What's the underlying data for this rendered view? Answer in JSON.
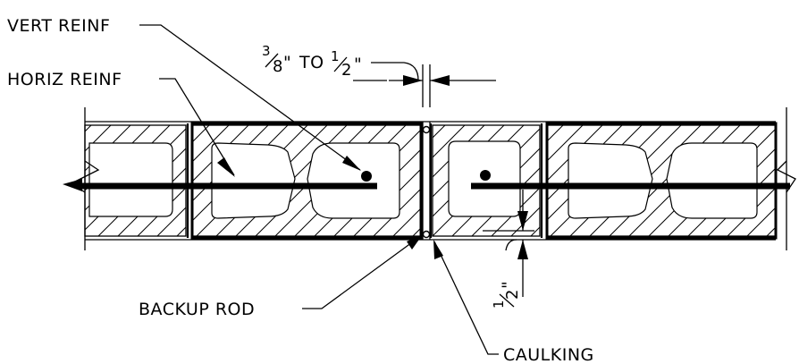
{
  "labels": {
    "vert_reinf": "VERT REINF",
    "horiz_reinf": "HORIZ REINF",
    "joint_width": {
      "num1": "3",
      "den1": "8",
      "inch1": "\"",
      "to": "TO",
      "num2": "1",
      "den2": "2",
      "inch2": "\""
    },
    "backup_rod": "BACKUP ROD",
    "caulking": "CAULKING",
    "half_inch": {
      "num": "1",
      "den": "2",
      "inch": "\""
    }
  }
}
